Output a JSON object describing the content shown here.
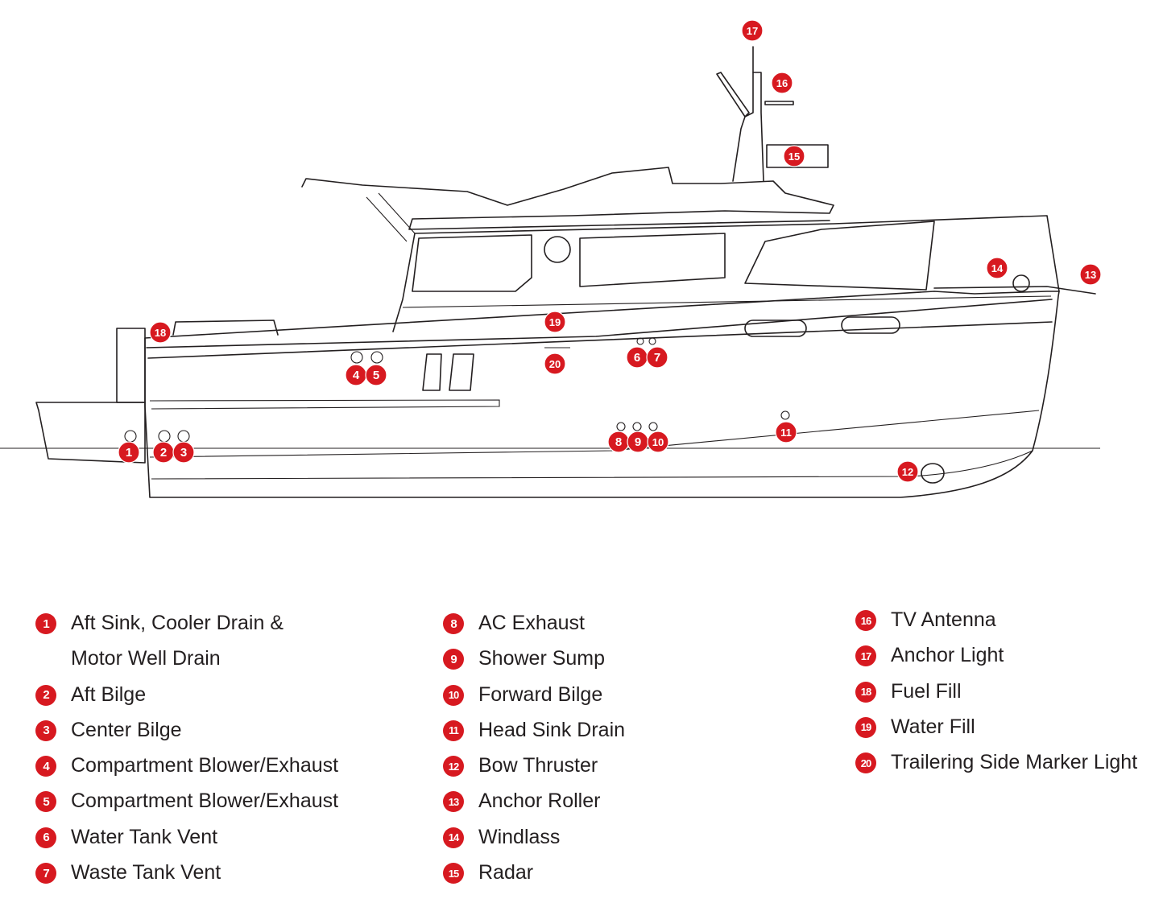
{
  "colors": {
    "marker": "#d71920",
    "line": "#231f20",
    "background": "#ffffff"
  },
  "markers": [
    "1",
    "2",
    "3",
    "4",
    "5",
    "6",
    "7",
    "8",
    "9",
    "10",
    "11",
    "12",
    "13",
    "14",
    "15",
    "16",
    "17",
    "18",
    "19",
    "20"
  ],
  "legend": {
    "col1": [
      {
        "num": "1",
        "label": "Aft Sink,  Cooler Drain &",
        "cont": "Motor Well Drain"
      },
      {
        "num": "2",
        "label": "Aft Bilge"
      },
      {
        "num": "3",
        "label": "Center Bilge"
      },
      {
        "num": "4",
        "label": "Compartment Blower/Exhaust"
      },
      {
        "num": "5",
        "label": "Compartment Blower/Exhaust"
      },
      {
        "num": "6",
        "label": "Water Tank Vent"
      },
      {
        "num": "7",
        "label": "Waste Tank Vent"
      }
    ],
    "col2": [
      {
        "num": "8",
        "label": "AC Exhaust"
      },
      {
        "num": "9",
        "label": "Shower Sump"
      },
      {
        "num": "10",
        "label": "Forward Bilge"
      },
      {
        "num": "11",
        "label": "Head Sink Drain"
      },
      {
        "num": "12",
        "label": "Bow Thruster"
      },
      {
        "num": "13",
        "label": "Anchor Roller"
      },
      {
        "num": "14",
        "label": "Windlass"
      },
      {
        "num": "15",
        "label": "Radar"
      }
    ],
    "col3": [
      {
        "num": "16",
        "label": "TV Antenna"
      },
      {
        "num": "17",
        "label": "Anchor Light"
      },
      {
        "num": "18",
        "label": "Fuel Fill"
      },
      {
        "num": "19",
        "label": "Water Fill"
      },
      {
        "num": "20",
        "label": "Trailering Side Marker Light"
      }
    ]
  }
}
